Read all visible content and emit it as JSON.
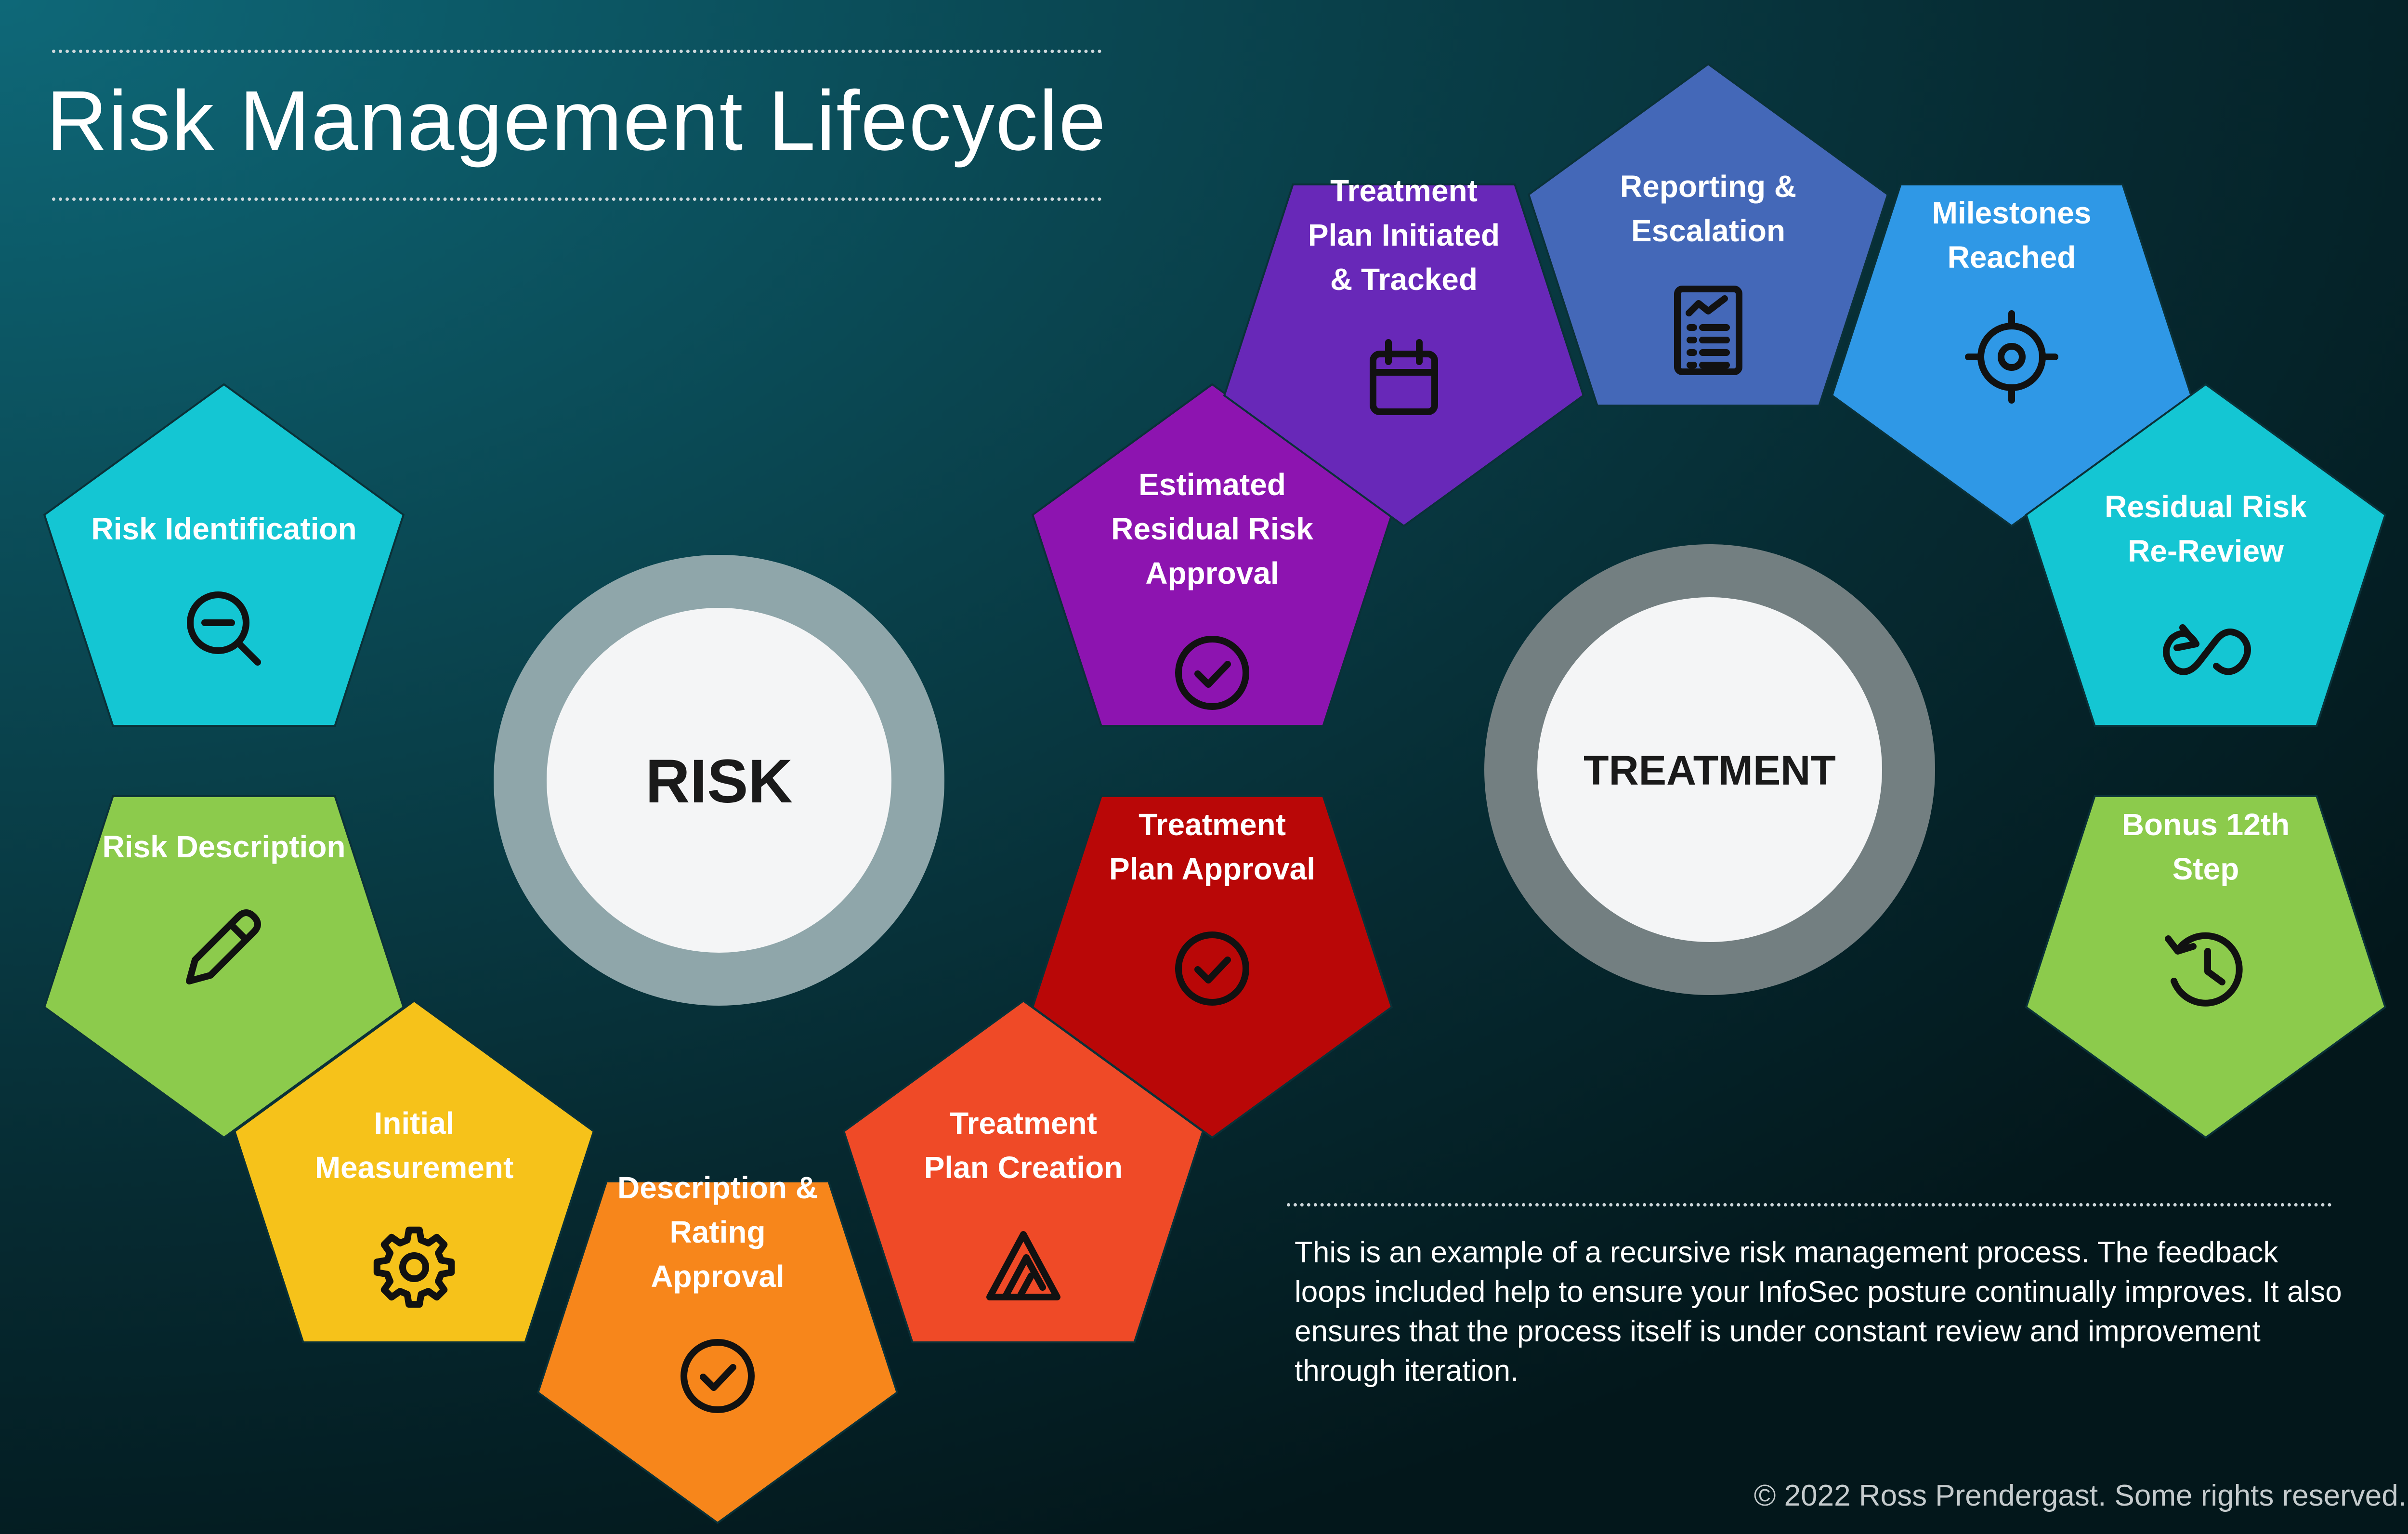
{
  "title": "Risk Management Lifecycle",
  "hubs": [
    {
      "key": "risk",
      "label": "RISK",
      "ring_color": "#8fa6aa",
      "center_color": "#f4f5f6"
    },
    {
      "key": "treatment",
      "label": "TREATMENT",
      "ring_color": "#737f81",
      "center_color": "#f4f5f6"
    }
  ],
  "steps": [
    {
      "key": "risk-identification",
      "lines": [
        "Risk Identification"
      ],
      "color": "#14c6d3",
      "icon": "magnifier-minus-icon"
    },
    {
      "key": "risk-description",
      "lines": [
        "Risk Description"
      ],
      "color": "#8ccb4c",
      "icon": "pencil-icon"
    },
    {
      "key": "initial-measurement",
      "lines": [
        "Initial",
        "Measurement"
      ],
      "color": "#f6c21a",
      "icon": "gear-icon"
    },
    {
      "key": "description-rating-approval",
      "lines": [
        "Description &",
        "Rating",
        "Approval"
      ],
      "color": "#f7861b",
      "icon": "check-circle-icon"
    },
    {
      "key": "treatment-plan-creation",
      "lines": [
        "Treatment",
        "Plan Creation"
      ],
      "color": "#ef4a27",
      "icon": "triangle-layers-icon"
    },
    {
      "key": "treatment-plan-approval",
      "lines": [
        "Treatment",
        "Plan Approval"
      ],
      "color": "#b90707",
      "icon": "check-circle-icon"
    },
    {
      "key": "estimated-residual-risk-approval",
      "lines": [
        "Estimated",
        "Residual Risk",
        "Approval"
      ],
      "color": "#8d14b0",
      "icon": "check-circle-icon"
    },
    {
      "key": "treatment-plan-initiated",
      "lines": [
        "Treatment",
        "Plan Initiated",
        "& Tracked"
      ],
      "color": "#6828b8",
      "icon": "calendar-icon"
    },
    {
      "key": "reporting-escalation",
      "lines": [
        "Reporting &",
        "Escalation"
      ],
      "color": "#4468b8",
      "icon": "report-icon"
    },
    {
      "key": "milestones-reached",
      "lines": [
        "Milestones",
        "Reached"
      ],
      "color": "#2f98e6",
      "icon": "target-icon"
    },
    {
      "key": "residual-risk-re-review",
      "lines": [
        "Residual Risk",
        "Re-Review"
      ],
      "color": "#14c6d3",
      "icon": "loop-icon"
    },
    {
      "key": "bonus-12th-step",
      "lines": [
        "Bonus 12th",
        "Step"
      ],
      "color": "#8ccb4c",
      "icon": "history-icon"
    }
  ],
  "description": "This is an example of a recursive risk management process. The feedback loops included help to ensure your InfoSec posture continually improves. It also ensures that the process itself is under constant review and improvement through iteration.",
  "copyright": "© 2022 Ross Prendergast. Some rights reserved."
}
